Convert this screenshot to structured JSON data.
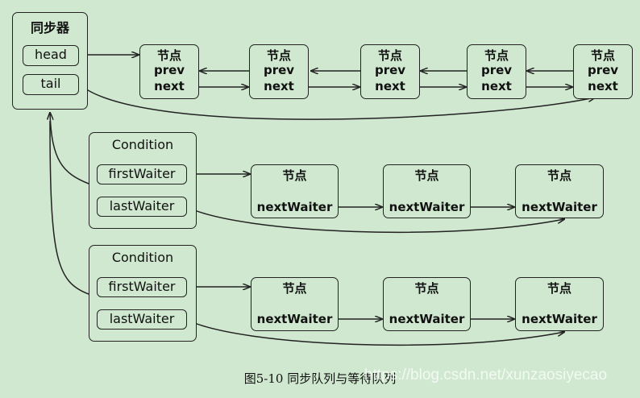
{
  "sync": {
    "title": "同步器",
    "head": "head",
    "tail": "tail"
  },
  "node": {
    "title": "节点",
    "prev": "prev",
    "next": "next",
    "next_waiter": "nextWaiter"
  },
  "condition": {
    "title": "Condition",
    "first_waiter": "firstWaiter",
    "last_waiter": "lastWaiter"
  },
  "caption": "图5-10   同步队列与等待队列",
  "watermark": "https://blog.csdn.net/xunzaosiyecao"
}
